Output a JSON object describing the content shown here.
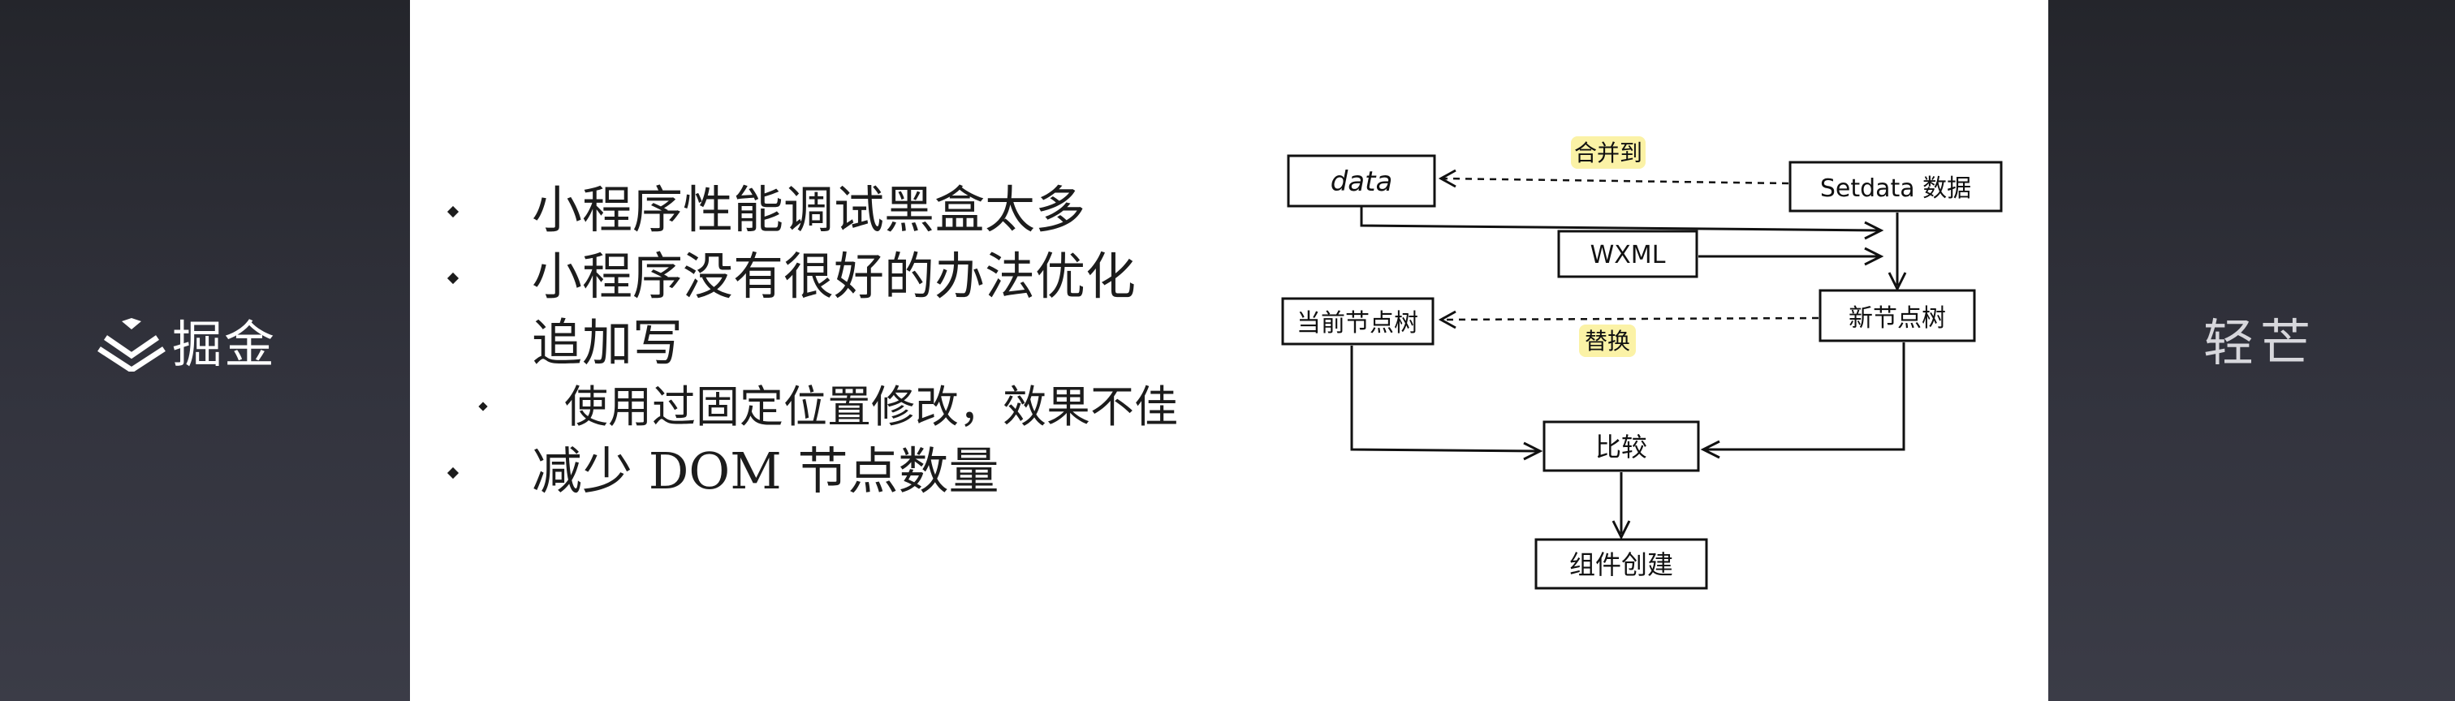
{
  "brand": {
    "name": "掘金",
    "icon": "juejin-logo-icon"
  },
  "right_label": "轻芒",
  "slide": {
    "bullets": [
      {
        "text": "小程序性能调试黑盒太多",
        "level": 1
      },
      {
        "text": "小程序没有很好的办法优化追加写",
        "level": 1
      },
      {
        "text": "使用过固定位置修改，效果不佳",
        "level": 2
      },
      {
        "text": "减少 DOM 节点数量",
        "level": 1
      }
    ],
    "diagram": {
      "nodes": {
        "data": "data",
        "setdata": "Setdata 数据",
        "wxml": "WXML",
        "current_tree": "当前节点树",
        "new_tree": "新节点树",
        "compare": "比较",
        "create": "组件创建"
      },
      "edges": {
        "merge": "合并到",
        "replace": "替换"
      }
    }
  }
}
